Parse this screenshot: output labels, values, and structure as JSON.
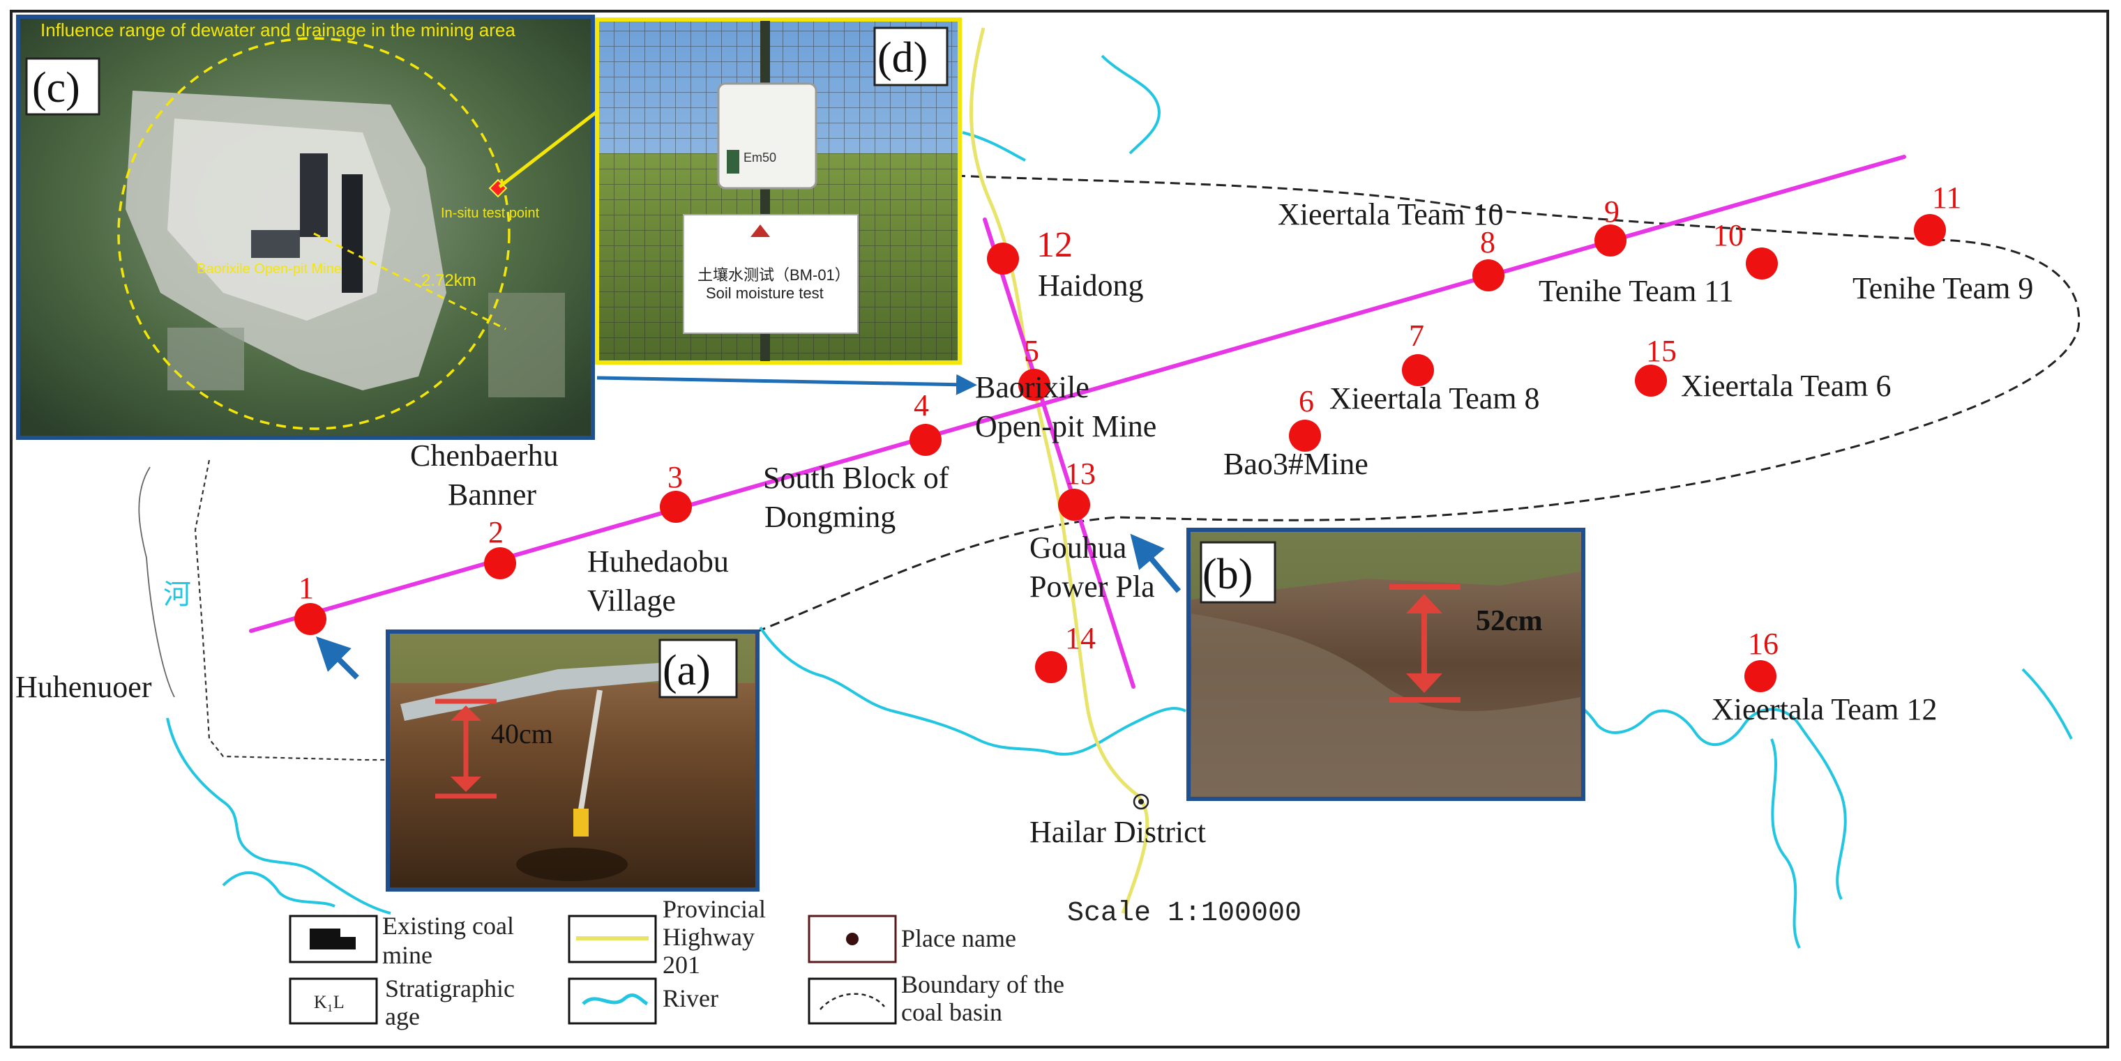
{
  "map": {
    "scale_label": "Scale  1:100000",
    "colors": {
      "survey_line": "#e636e6",
      "river": "#22c6e0",
      "highway": "#e8e46a",
      "site_point": "#ee1111",
      "site_number": "#e01010",
      "panel_border_blue": "#1f4f8f",
      "panel_border_yellow": "#f5e60a",
      "arrow": "#1f6db5",
      "depth_marker": "#e0423a"
    },
    "sites": [
      {
        "n": "1"
      },
      {
        "n": "2"
      },
      {
        "n": "3"
      },
      {
        "n": "4"
      },
      {
        "n": "5"
      },
      {
        "n": "6"
      },
      {
        "n": "7"
      },
      {
        "n": "8"
      },
      {
        "n": "9"
      },
      {
        "n": "10"
      },
      {
        "n": "11"
      },
      {
        "n": "12"
      },
      {
        "n": "13"
      },
      {
        "n": "14"
      },
      {
        "n": "15"
      },
      {
        "n": "16"
      }
    ],
    "places": {
      "huhenuoer": "Huhenuoer",
      "chenbaerhu_1": "Chenbaerhu",
      "chenbaerhu_2": "Banner",
      "huhedaobu_1": "Huhedaobu",
      "huhedaobu_2": "Village",
      "south_block_1": "South Block of",
      "south_block_2": "Dongming",
      "baorixile_1": "Baorixile",
      "baorixile_2": "Open-pit Mine",
      "haidong": "Haidong",
      "gouhua_1": "Gouhua",
      "gouhua_2": "Power Pla",
      "bao3": "Bao3#Mine",
      "xieertala_8": "Xieertala Team 8",
      "xieertala_6": "Xieertala Team 6",
      "xieertala_10": "Xieertala Team 10",
      "tenihe_11": "Tenihe Team 11",
      "tenihe_9": "Tenihe Team 9",
      "xieertala_12": "Xieertala Team 12",
      "hailar": "Hailar District",
      "river_char": "河"
    },
    "legend": {
      "coal_mine_1": "Existing coal",
      "coal_mine_2": "mine",
      "strat_symbol": "K₁L",
      "strat_1": "Stratigraphic",
      "strat_2": "age",
      "highway_1": "Provincial",
      "highway_2": "Highway",
      "highway_3": "201",
      "river": "River",
      "place": "Place name",
      "boundary_1": "Boundary of the",
      "boundary_2": "coal basin"
    },
    "panels": {
      "a": {
        "tag": "(a)",
        "depth": "40cm"
      },
      "b": {
        "tag": "(b)",
        "depth": "52cm"
      },
      "c": {
        "tag": "(c)",
        "title": "Influence range of dewater and drainage in the mining area",
        "test_point": "In-situ test point",
        "mine": "Baorixile Open-pit Mine",
        "radius": "2.72km"
      },
      "d": {
        "tag": "(d)",
        "device": "Em50",
        "sign_cn": "土壤水测试（BM-01）",
        "sign_en": "Soil moisture test"
      }
    }
  }
}
